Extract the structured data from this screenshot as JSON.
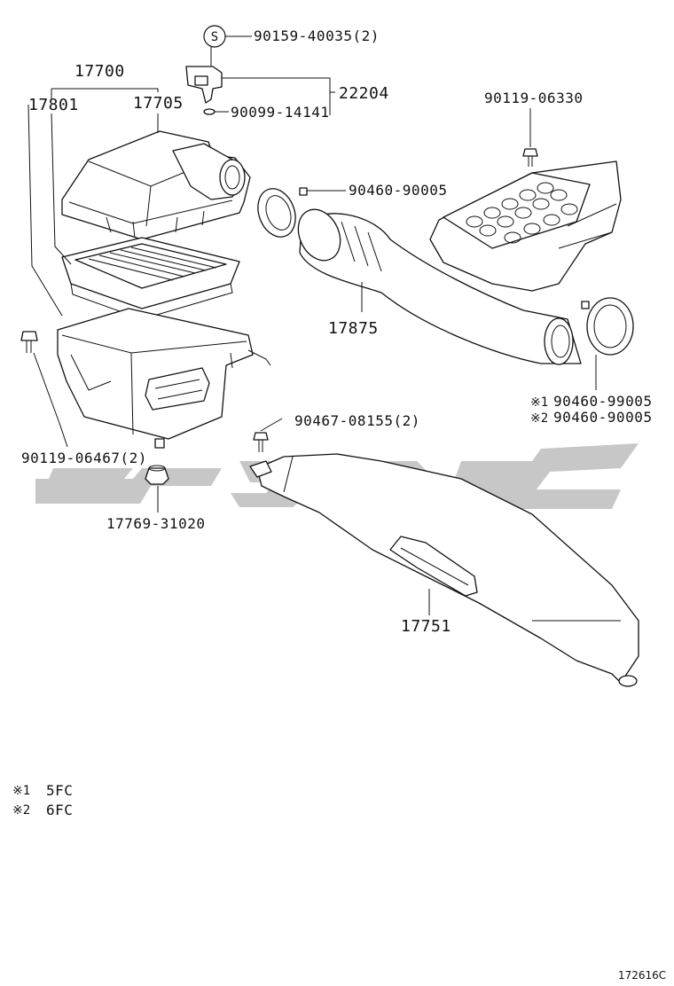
{
  "watermark_color": "#bdbdbd",
  "line_color": "#111111",
  "labels": {
    "p90159": "90159-40035(2)",
    "s_symbol": "S",
    "p17700": "17700",
    "p22204": "22204",
    "p17801": "17801",
    "p17705": "17705",
    "p90099": "90099-14141",
    "p90119_06330": "90119-06330",
    "p90460_90005_top": "90460-90005",
    "p17875": "17875",
    "p90460_99005": "90460-99005",
    "p90460_90005_bottom": "90460-90005",
    "mark1": "※1",
    "mark2": "※2",
    "p90467": "90467-08155(2)",
    "p90119_06467": "90119-06467(2)",
    "p17769": "17769-31020",
    "p17751": "17751"
  },
  "notes": [
    {
      "mark": "※1",
      "text": "5FC"
    },
    {
      "mark": "※2",
      "text": "6FC"
    }
  ],
  "footer": {
    "code": "172616C"
  }
}
